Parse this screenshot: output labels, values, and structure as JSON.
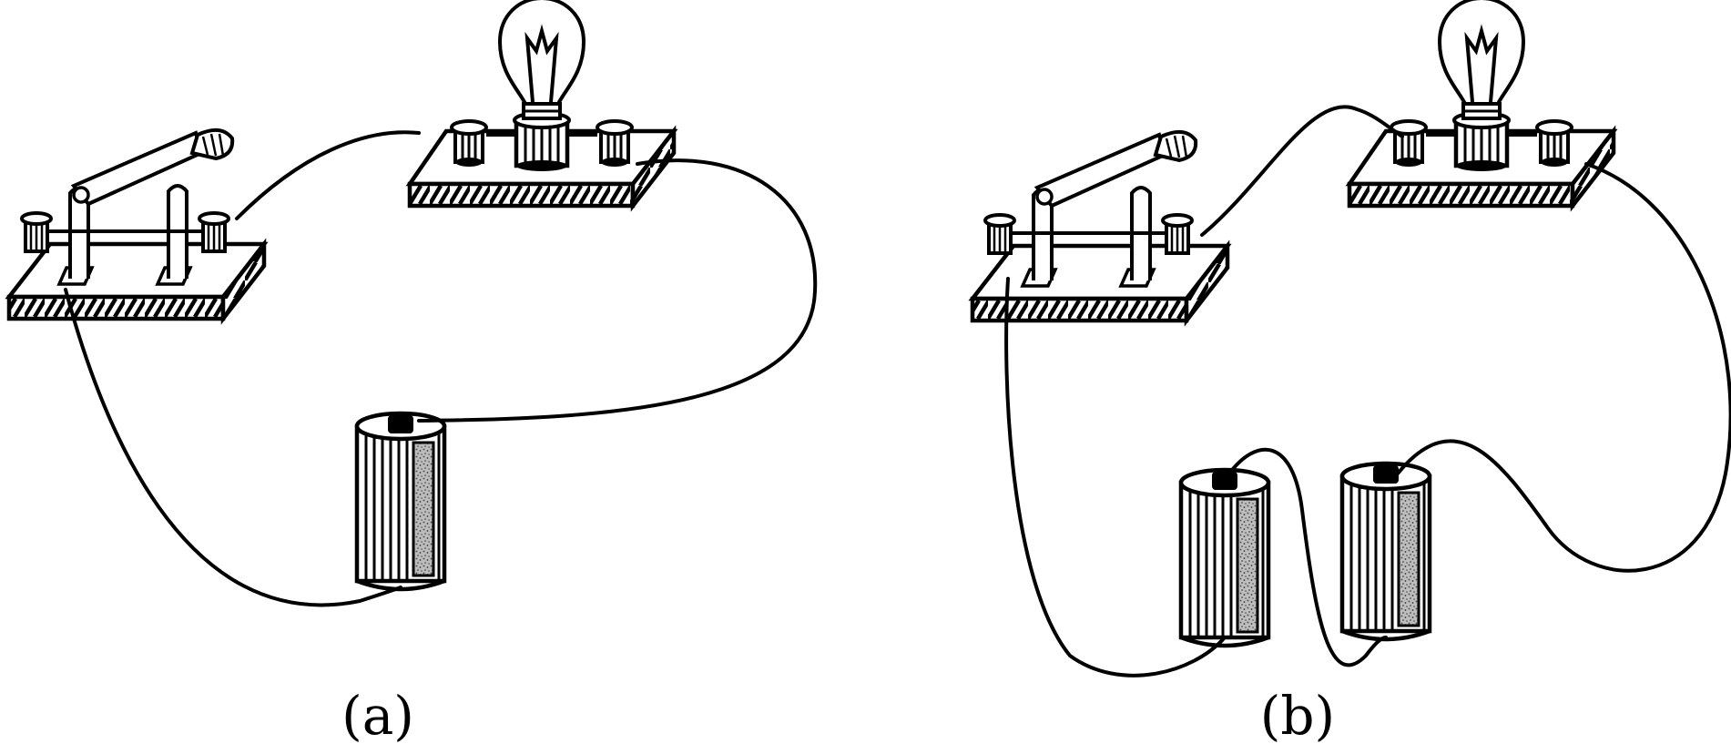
{
  "diagram": {
    "colors": {
      "ink": "#000000",
      "background": "#ffffff",
      "speckle": "#9a9a9a"
    },
    "panels": [
      {
        "id": "a",
        "caption": "(a)",
        "battery_count": 1,
        "components": [
          "knife-switch",
          "bulb-board",
          "battery"
        ]
      },
      {
        "id": "b",
        "caption": "(b)",
        "battery_count": 2,
        "components": [
          "knife-switch",
          "bulb-board",
          "battery",
          "battery"
        ]
      }
    ]
  }
}
